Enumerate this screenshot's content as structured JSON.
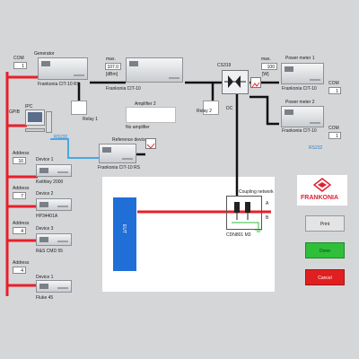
{
  "colors": {
    "bus_red": "#e8202a",
    "signal_black": "#111111",
    "rs232_blue": "#4aa8e0",
    "eut_blue": "#1f6fd6",
    "print_gray": "#e4e4e4",
    "done_green": "#2fbf3b",
    "cancel_red": "#e02020"
  },
  "generator": {
    "com_label": "COM",
    "com_value": "1",
    "label": "Generator",
    "model": "Frankonia CIT-10 RS"
  },
  "gpib_label": "GPIB",
  "amp1": {
    "max_label": "max.",
    "max_value": "107.0",
    "unit": "[dBm]",
    "model": "Frankonia CIT-10"
  },
  "cs_label": "CS319",
  "pm1": {
    "max_label": "max.",
    "max_value": "100",
    "unit": "[W]",
    "label": "Power meter 1",
    "model": "Frankonia CIT-10",
    "com_label": "COM",
    "com_value": "1"
  },
  "relay1": "Relay 1",
  "amp2": {
    "label": "Amplifier 2",
    "text": "No amplifier"
  },
  "relay2": "Relay 2",
  "dc_label": "DC",
  "pm2": {
    "label": "Power meter 2",
    "model": "Frankonia CIT-10",
    "com_label": "COM",
    "com_value": "1"
  },
  "ipc": "IPC",
  "rs232_a": "RS232",
  "rs232_b": "RS232",
  "refdev": {
    "label": "Reference device",
    "model": "Frankonia CIT-10 RS"
  },
  "devices": [
    {
      "addr_label": "Address",
      "addr_value": "16",
      "label": "Device 1",
      "model": "Keithley 2000"
    },
    {
      "addr_label": "Address",
      "addr_value": "7",
      "label": "Device 2",
      "model": "HP34401A"
    },
    {
      "addr_label": "Address",
      "addr_value": "4",
      "label": "Device 3",
      "model": "R&S CMD 55"
    },
    {
      "addr_label": "Address",
      "addr_value": "4",
      "label": "Device 1",
      "model": "Fluke 45"
    }
  ],
  "coupling": {
    "label": "Coupling network",
    "model": "CDN801 M3",
    "term_a": "A",
    "term_b": "B"
  },
  "eut_label": "EUT",
  "logo_text": "FRANKONIA",
  "buttons": {
    "print": "Print",
    "done": "Done",
    "cancel": "Cancel"
  }
}
